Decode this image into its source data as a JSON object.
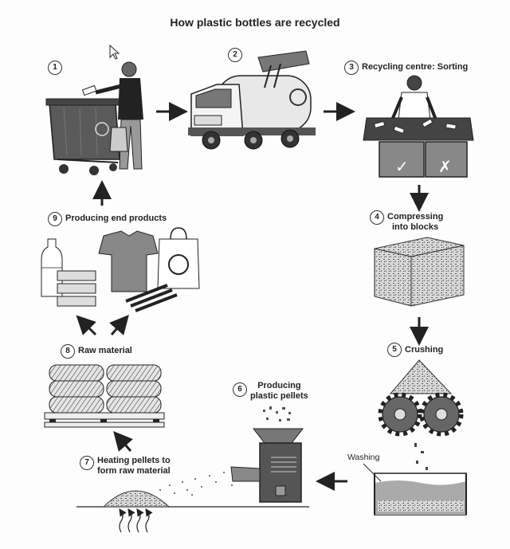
{
  "title": "How plastic bottles are recycled",
  "steps": [
    {
      "number": "1",
      "label": ""
    },
    {
      "number": "2",
      "label": ""
    },
    {
      "number": "3",
      "label": "Recycling centre: Sorting"
    },
    {
      "number": "4",
      "label": "Compressing into blocks",
      "line1": "Compressing",
      "line2": "into blocks"
    },
    {
      "number": "5",
      "label": "Crushing"
    },
    {
      "number": "6",
      "label": "Producing plastic pellets",
      "line1": "Producing",
      "line2": "plastic pellets"
    },
    {
      "number": "7",
      "label": "Heating pellets to form raw material",
      "line1": "Heating pellets to",
      "line2": "form raw material"
    },
    {
      "number": "8",
      "label": "Raw material"
    },
    {
      "number": "9",
      "label": "Producing end products"
    }
  ],
  "washing_label": "Washing",
  "sort_marks": {
    "accept": "✓",
    "reject": "✗"
  },
  "icons": [
    "recycle-icon",
    "cursor-icon",
    "arrow-icon",
    "heat-icon"
  ],
  "colors": {
    "ink": "#222222",
    "mid_gray": "#888888",
    "dark_gray": "#555555",
    "light_gray": "#cccccc"
  }
}
